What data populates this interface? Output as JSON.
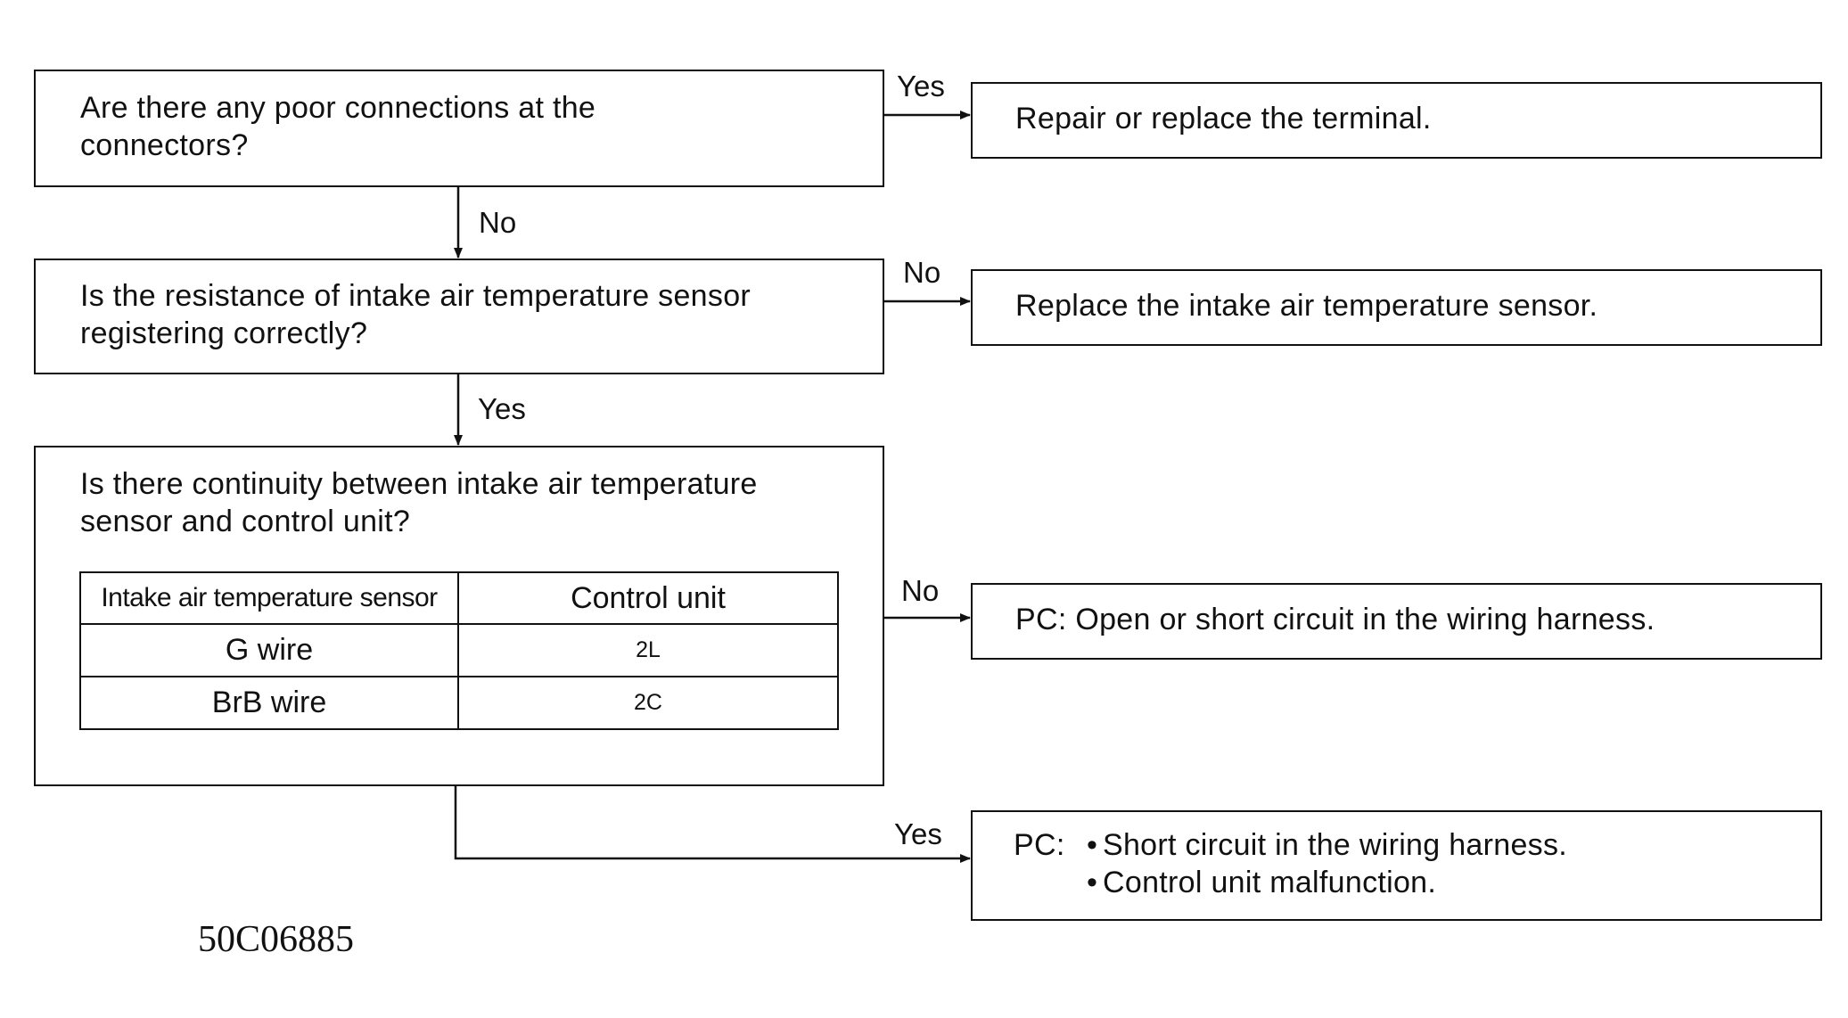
{
  "diagram": {
    "q1": {
      "text": "Are there any poor connections at the\nconnectors?"
    },
    "q2": {
      "text": "Is the resistance of intake air temperature sensor\nregistering correctly?"
    },
    "q3": {
      "text": "Is there continuity between intake air temperature\nsensor and control unit?",
      "table": {
        "headers": [
          "Intake air temperature sensor",
          "Control unit"
        ],
        "rows": [
          [
            "G wire",
            "2L"
          ],
          [
            "BrB wire",
            "2C"
          ]
        ]
      }
    },
    "r1": {
      "text": "Repair or replace the terminal."
    },
    "r2": {
      "text": "Replace the intake air temperature sensor."
    },
    "r3": {
      "text": "PC: Open or short circuit in the wiring harness."
    },
    "r4": {
      "prefix": "PC:",
      "bullets": [
        "Short circuit in the wiring harness.",
        "Control unit malfunction."
      ]
    },
    "labels": {
      "q1_yes": "Yes",
      "q1_no": "No",
      "q2_no": "No",
      "q2_yes": "Yes",
      "q3_no": "No",
      "q3_yes": "Yes"
    },
    "figure_code": "50C06885"
  }
}
